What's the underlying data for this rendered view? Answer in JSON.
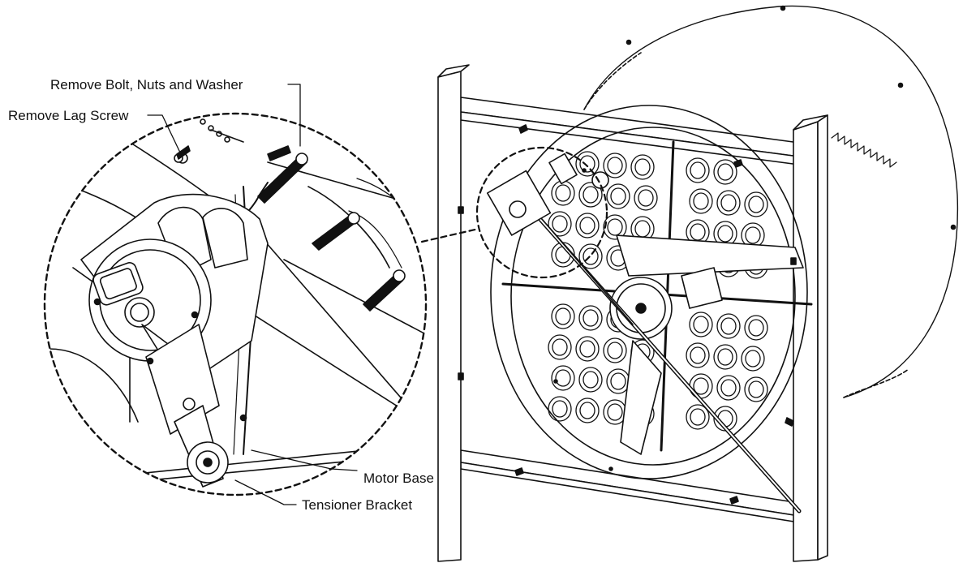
{
  "callouts": {
    "remove_bolt": "Remove Bolt, Nuts and Washer",
    "remove_lag_screw": "Remove Lag Screw",
    "motor_base": "Motor Base",
    "tensioner_bracket": "Tensioner Bracket"
  },
  "colors": {
    "line": "#111111",
    "fill": "#ffffff"
  }
}
